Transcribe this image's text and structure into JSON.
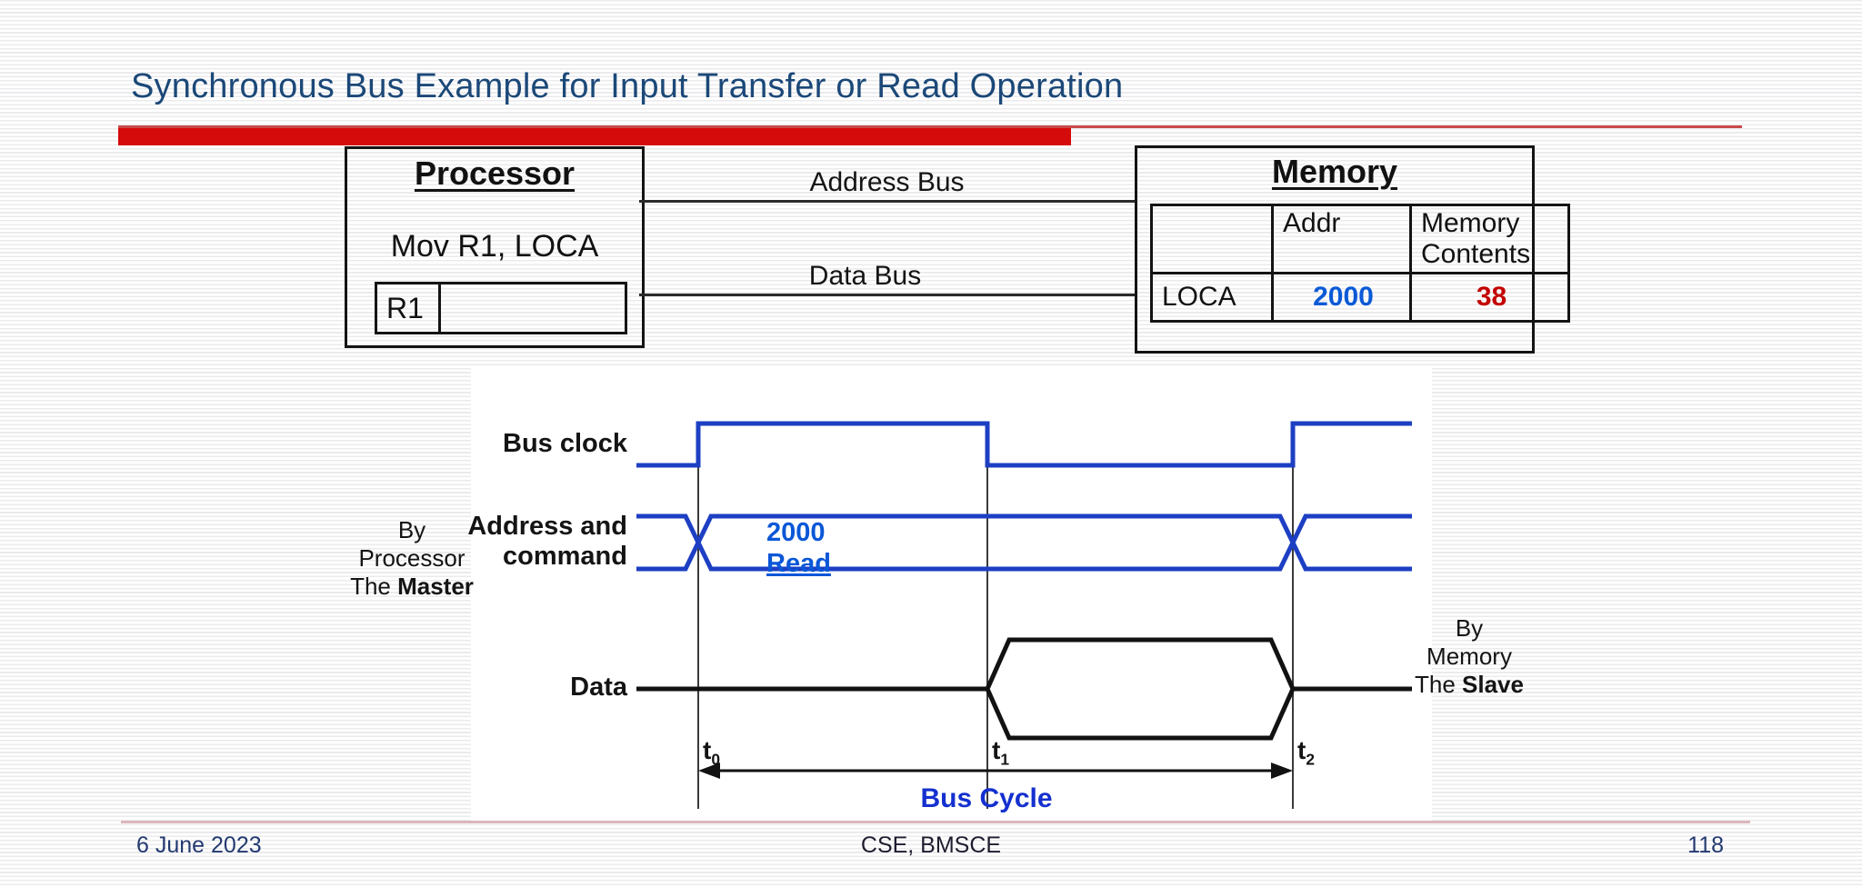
{
  "slide": {
    "title": "Synchronous Bus Example for Input Transfer or Read Operation",
    "footer": {
      "date": "6 June 2023",
      "center": "CSE, BMSCE",
      "page": "118"
    }
  },
  "processor": {
    "title": "Processor",
    "instruction": "Mov R1, LOCA",
    "register": {
      "name": "R1",
      "value": ""
    }
  },
  "buses": {
    "address_label": "Address Bus",
    "data_label": "Data Bus"
  },
  "memory": {
    "title": "Memory",
    "table": {
      "headers": {
        "col1": "",
        "col2": "Addr",
        "col3": "Memory Contents"
      },
      "row": {
        "label": "LOCA",
        "addr": "2000",
        "contents": "38"
      }
    }
  },
  "timing": {
    "signal_labels": {
      "clock": "Bus clock",
      "address_line1": "Address and",
      "address_line2": "command",
      "data": "Data"
    },
    "annotations": {
      "address_value": "2000",
      "command": "Read",
      "cycle": "Bus Cycle"
    },
    "times": [
      {
        "base": "t",
        "sub": "0"
      },
      {
        "base": "t",
        "sub": "1"
      },
      {
        "base": "t",
        "sub": "2"
      }
    ],
    "master_note": {
      "line1": "By",
      "line2": "Processor",
      "line3_prefix": "The ",
      "line3_bold": "Master"
    },
    "slave_note": {
      "line1": "By",
      "line2": "Memory",
      "line3_prefix": "The ",
      "line3_bold": "Slave"
    }
  },
  "colors": {
    "title_blue": "#1b4878",
    "accent_red_bar": "#d50a0a",
    "waveform_blue": "#1d3fc3",
    "value_blue": "#0a57d8",
    "value_red": "#c40000",
    "bus_cycle_blue": "#1430cf",
    "footer_navy": "#233a70",
    "footer_divider": "#dcb6bd"
  }
}
